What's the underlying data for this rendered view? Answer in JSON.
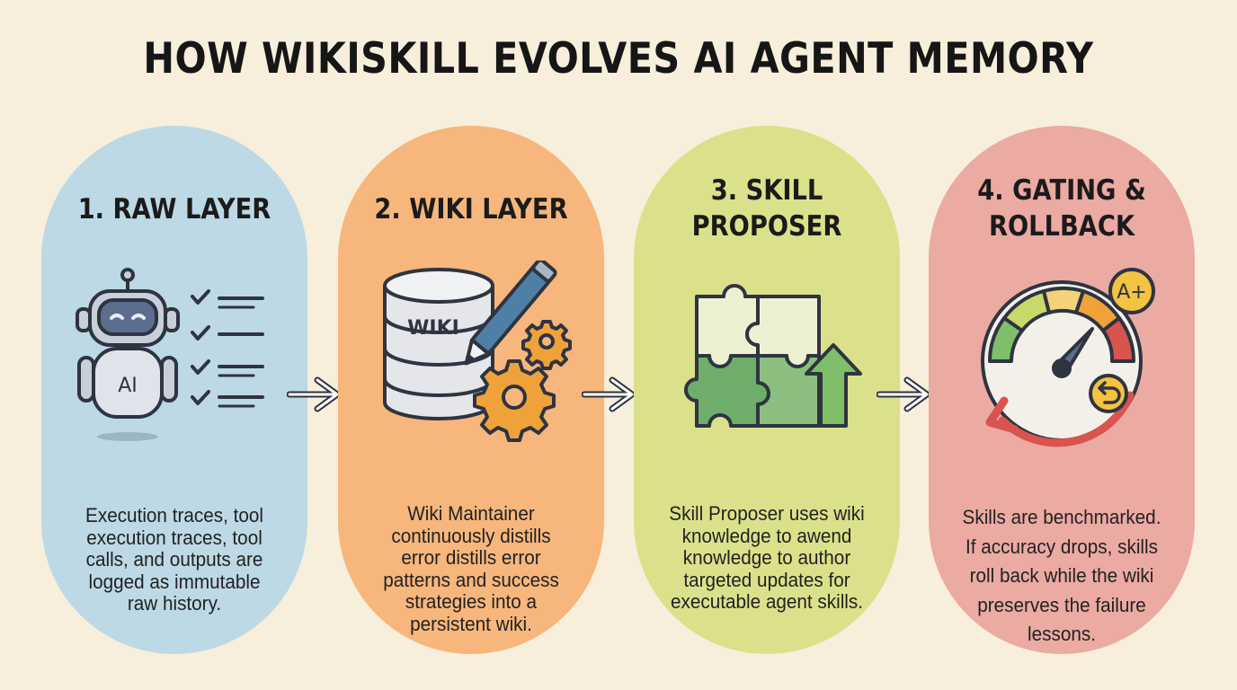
{
  "title": "HOW WIKISKILL EVOLVES AI AGENT MEMORY",
  "steps": [
    {
      "heading": [
        "1. RAW LAYER"
      ],
      "icon": "robot-checklist-icon",
      "icon_label": "AI",
      "description": [
        "Execution traces, tool",
        "execution traces, tool",
        "calls, and outputs are",
        "logged as immutable",
        "raw history."
      ],
      "color": "#bcd9e5"
    },
    {
      "heading": [
        "2. WIKI LAYER"
      ],
      "icon": "wiki-database-pencil-gears-icon",
      "icon_label": "WIKI",
      "description": [
        "Wiki Maintainer",
        "continuously distills",
        "error distills error",
        "patterns and success",
        "strategies into a",
        "persistent wiki."
      ],
      "color": "#f7b67c"
    },
    {
      "heading": [
        "3. SKILL",
        "PROPOSER"
      ],
      "icon": "puzzle-arrow-up-icon",
      "description": [
        "Skill Proposer uses wiki",
        "knowledge to awend",
        "knowledge to author",
        "targeted updates for",
        "executable agent skills."
      ],
      "color": "#dbe18a"
    },
    {
      "heading": [
        "4. GATING &",
        "ROLLBACK"
      ],
      "icon": "gauge-rollback-icon",
      "icon_label": "A+",
      "description": [
        "Skills are benchmarked.",
        "If accuracy drops, skills",
        "roll back while the wiki",
        "preserves the failure",
        "lessons."
      ],
      "color": "#ebaaa2"
    }
  ],
  "connectors": [
    "arrow-right-icon",
    "arrow-right-icon",
    "arrow-right-icon"
  ],
  "colors": {
    "background": "#f7efdb",
    "ink": "#2e3440",
    "accent_green": "#6fae6a",
    "accent_orange": "#f0a23a",
    "accent_blue": "#4e7fa6",
    "accent_red": "#d9534f"
  }
}
